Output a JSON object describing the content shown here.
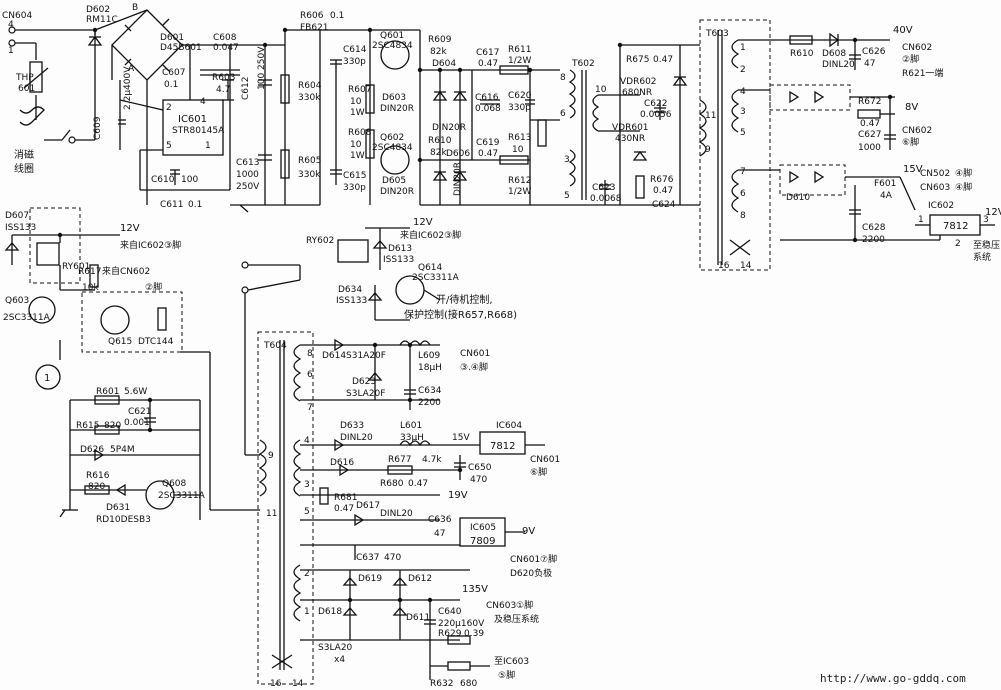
{
  "watermark": "http://www.go-gddq.com",
  "circle_one": "1",
  "components": {
    "cn604": "CN604",
    "cn604_p4": "4",
    "cn604_p1": "1",
    "d602": "D602",
    "rm11c": "RM11C",
    "d601": "D601",
    "d45b601": "D45B601",
    "b_node": "B",
    "a_node": "A",
    "c608": "C608",
    "c608v": "0.047",
    "c607": "C607",
    "c607v": "0.1",
    "r603": "R603",
    "r603v": "4.7",
    "c609": "C609",
    "c609v": "2.2μ400V",
    "ic601": "IC601",
    "str": "STR80145A",
    "ic_p2": "2",
    "ic_p4": "4",
    "ic_p5": "5",
    "ic_p1": "1",
    "c612": "C612",
    "c612v": "100 250V",
    "c610": "C610",
    "c610v": "100",
    "c611": "C611",
    "c611v": "0.1",
    "thp": "THP",
    "thp601": "601",
    "degauss": "消磁",
    "coil": "线圈",
    "r606": "R606",
    "r606v": "0.1",
    "fb621": "FB621",
    "r604": "R604",
    "r604v": "330k",
    "r605": "R605",
    "r605v": "330k",
    "c613": "C613",
    "c613v1": "1000",
    "c613v2": "250V",
    "c614": "C614",
    "c614v": "330p",
    "c615": "C615",
    "c615v": "330p",
    "r607": "R607",
    "r607v1": "10",
    "r607v2": "1W",
    "r608": "R608",
    "r608v1": "10",
    "r608v2": "1W",
    "q601": "Q601",
    "q601m": "2SC4834",
    "q602": "Q602",
    "q602m": "2SC4834",
    "r609": "R609",
    "r609v": "82k",
    "r610": "R610",
    "r610v": "82k",
    "d603": "D603",
    "d603m": "DIN20R",
    "d604": "D604",
    "d604m": "DIN20R",
    "d605": "D605",
    "d605m": "DIN20R",
    "d606": "D606",
    "d606m": "DIN20R",
    "c616": "C616",
    "c616v": "0.068",
    "c617": "C617",
    "c617v": "0.47",
    "c619": "C619",
    "c619v": "0.47",
    "r611": "R611",
    "r611v": "1/2W",
    "r612": "R612",
    "r612v": "1/2W",
    "r613": "R613",
    "r613v": "10",
    "c620": "C620",
    "c620v": "330p",
    "t602": "T602",
    "t602_p8": "8",
    "t602_p6": "6",
    "t602_p10": "10",
    "t602_p3": "3",
    "t602_p5": "5",
    "r675": "R675",
    "r675v": "0.47",
    "vdr602": "VDR602",
    "vdr602v": "680NR",
    "c622": "C622",
    "c622v": "0.0056",
    "vdr601": "VDR601",
    "vdr601v": "430NR",
    "c623": "C623",
    "c623v": "0.0068",
    "r676": "R676",
    "r676v": "0.47",
    "c624": "C624",
    "t603": "T603",
    "t603_p11": "11",
    "t603_p9": "9",
    "t603_p1": "1",
    "t603_p2": "2",
    "t603_p4": "4",
    "t603_p3": "3",
    "t603_p5": "5",
    "t603_p7": "7",
    "t603_p6": "6",
    "t603_p8": "8",
    "t603_p16": "16",
    "t603_p14": "14",
    "r610b": "R610",
    "d608": "D608",
    "d608m": "DINL20",
    "c626": "C626",
    "c626v": "47",
    "v40": "40V",
    "cn602": "CN602",
    "pin2": "②脚",
    "r621": "R621一端",
    "r672": "R672",
    "r672v": "0.47",
    "v8": "8V",
    "c627": "C627",
    "c627v": "1000",
    "pin6": "⑥脚",
    "v15": "15V",
    "cn502": "CN502",
    "pin4": "④脚",
    "cn603": "CN603",
    "d610": "D610",
    "f601": "F601",
    "f601v": "4A",
    "c628": "C628",
    "c628v": "2200",
    "ic602": "IC602",
    "ic602m": "7812",
    "v12": "12V",
    "to_reg": "至稳压",
    "reg_sys": "系统",
    "p1": "1",
    "p2": "2",
    "p3": "3",
    "d607": "D607",
    "d607m": "ISS133",
    "v12b": "12V",
    "from_ic602": "来自IC602③脚",
    "ry601": "RY601",
    "r617": "R617",
    "r617v": "10k",
    "from_cn602": "来自CN602",
    "pin2b": "②脚",
    "q603": "Q603",
    "q603m": "2SC3311A",
    "q615": "Q615",
    "q615m": "DTC144",
    "ry602": "RY602",
    "d613": "D613",
    "d613m": "ISS133",
    "v12c": "12V",
    "from_ic602b": "来自IC602③脚",
    "q614": "Q614",
    "q614m": "2SC3311A",
    "standby": "开/待机控制,",
    "d634": "D634",
    "d634m": "ISS133",
    "protect": "保护控制(接R657,R668)",
    "r601": "R601",
    "r601v": "5.6W",
    "c621": "C621",
    "c621v": "0.001",
    "r615": "R615",
    "r615v": "820",
    "d626": "D626",
    "d626m": "5P4M",
    "r616": "R616",
    "r616v": "820",
    "q608": "Q608",
    "q608m": "2SC3311A",
    "d631": "D631",
    "d631m": "RD10DESB3",
    "t604": "T604",
    "t604_p8": "8",
    "t604_p6": "6",
    "t604_p7": "7",
    "t604_p9": "9",
    "t604_p11": "11",
    "t604_p4": "4",
    "t604_p3": "3",
    "t604_p5": "5",
    "t604_p2": "2",
    "t604_p1": "1",
    "t604_p16": "16",
    "t604_p14": "14",
    "d614": "D614",
    "d614m": "S31A20F",
    "l609": "L609",
    "l609v": "18μH",
    "cn601": "CN601",
    "pin34": "③.④脚",
    "d623": "D623",
    "d623m": "S3LA20F",
    "c634": "C634",
    "c634v": "2200",
    "d633": "D633",
    "d633m": "DINL20",
    "l601": "L601",
    "l601v": "33μH",
    "v15b": "15V",
    "ic604": "IC604",
    "ic604m": "7812",
    "d616": "D616",
    "r677": "R677",
    "r677v": "4.7k",
    "c650": "C650",
    "c650v": "470",
    "pin6b": "⑥脚",
    "cn601b": "CN601",
    "r681": "R681",
    "r681v": "0.47",
    "r680": "R680",
    "r680v": "0.47",
    "v19": "19V",
    "d617": "D617",
    "d617m": "DINL20",
    "c636": "C636",
    "c636v": "47",
    "ic605": "IC605",
    "ic605m": "7809",
    "v9": "9V",
    "c637": "C637",
    "c637v": "470",
    "cn601c": "CN601",
    "pin7": "⑦脚",
    "d620": "D620负极",
    "d619": "D619",
    "d612": "D612",
    "v135": "135V",
    "cn603b": "CN603",
    "pin1": "①脚",
    "and_reg": "及稳压系统",
    "d618": "D618",
    "d611": "D611",
    "c640": "C640",
    "c640v": "220μ160V",
    "r629": "R629",
    "r629v": "0.39",
    "s3la20": "S3LA20",
    "x4": "x4",
    "to_ic603": "至IC603",
    "pin5": "⑤脚",
    "r632": "R632",
    "r632v": "680"
  }
}
